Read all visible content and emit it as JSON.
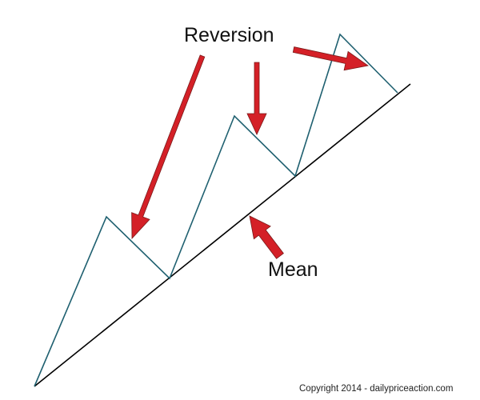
{
  "labels": {
    "reversion": "Reversion",
    "mean": "Mean",
    "copyright": "Copyright 2014 - dailypriceaction.com"
  },
  "colors": {
    "price_line": "#1f6070",
    "mean_line": "#000000",
    "arrow_fill": "#d42027",
    "arrow_stroke": "#7a1a1a"
  }
}
